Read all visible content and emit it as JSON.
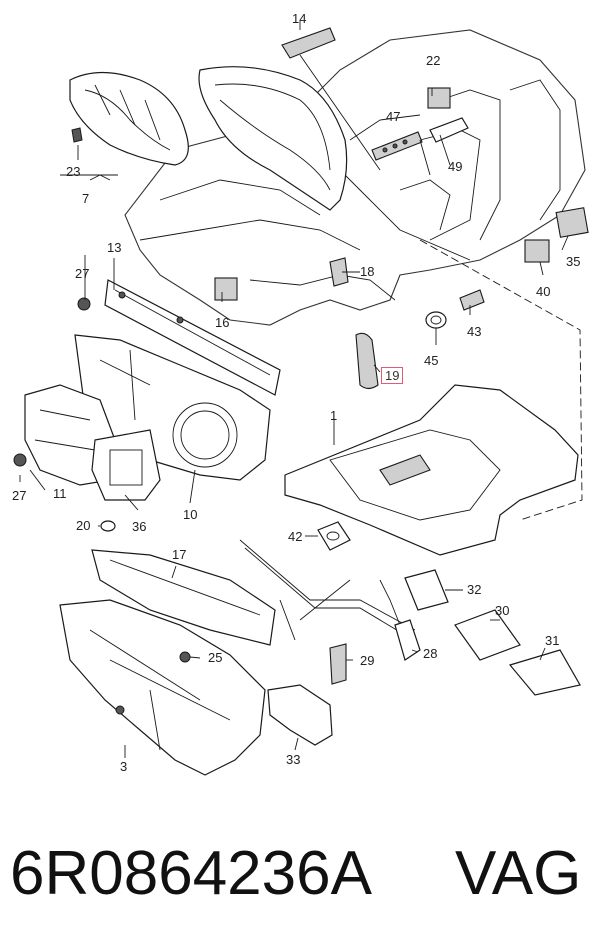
{
  "callouts": {
    "c14": "14",
    "c22": "22",
    "c47": "47",
    "c49": "49",
    "c23": "23",
    "c7": "7",
    "c13": "13",
    "c27a": "27",
    "c18": "18",
    "c16": "16",
    "c35": "35",
    "c40": "40",
    "c43": "43",
    "c45": "45",
    "c19": "19",
    "c1": "1",
    "c11": "11",
    "c27b": "27",
    "c36": "36",
    "c10": "10",
    "c20": "20",
    "c42": "42",
    "c17": "17",
    "c32": "32",
    "c30": "30",
    "c31": "31",
    "c25": "25",
    "c29": "29",
    "c28": "28",
    "c33": "33",
    "c3": "3"
  },
  "highlight_color": "#e05a7a",
  "footer": {
    "part_number": "6R0864236A",
    "brand": "VAG"
  }
}
